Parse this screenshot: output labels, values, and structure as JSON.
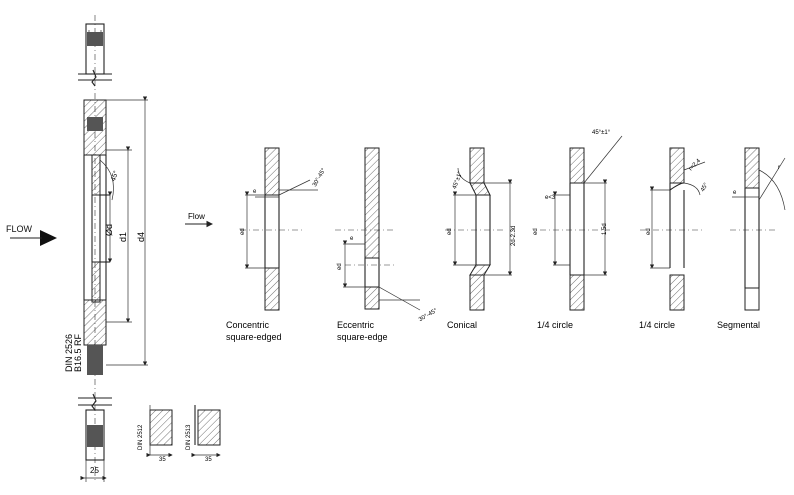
{
  "main_drawing": {
    "flow_label": "FLOW",
    "bore_label": "Ød",
    "d1_label": "d1",
    "d4_label": "d4",
    "angle_label": "45°",
    "standard_line1": "DIN 2526",
    "standard_line2": "B16.5 RF",
    "width_label": "25"
  },
  "din_details": [
    {
      "name": "DIN 2512",
      "dim": "35"
    },
    {
      "name": "DIN 2513",
      "dim": "35"
    }
  ],
  "profiles": {
    "flow_label": "Flow",
    "items": [
      {
        "caption_line1": "Concentric",
        "caption_line2": "square-edged",
        "lbl_e": "e",
        "lbl_ed": "ed",
        "lbl_angle": "30°-45°"
      },
      {
        "caption_line1": "Eccentric",
        "caption_line2": "square-edge",
        "lbl_e": "e",
        "lbl_ed": "ed",
        "lbl_angle": "30°-45°"
      },
      {
        "caption_line1": "Conical",
        "caption_line2": "",
        "lbl_ed": "ed",
        "lbl_angle": "45°±1°",
        "lbl_d": "2d-2.3d"
      },
      {
        "caption_line1": "1/4 circle",
        "caption_line2": "",
        "lbl_e": "e<3",
        "lbl_ed": "ed",
        "lbl_angle": "45°±1°",
        "lbl_d": "1.5d"
      },
      {
        "caption_line1": "1/4 circle",
        "caption_line2": "",
        "lbl_ed": "ed",
        "lbl_angle": "45°",
        "lbl_r": "r=2.4"
      },
      {
        "caption_line1": "Segmental",
        "caption_line2": "",
        "lbl_e": "e",
        "lbl_r": "r"
      }
    ]
  }
}
